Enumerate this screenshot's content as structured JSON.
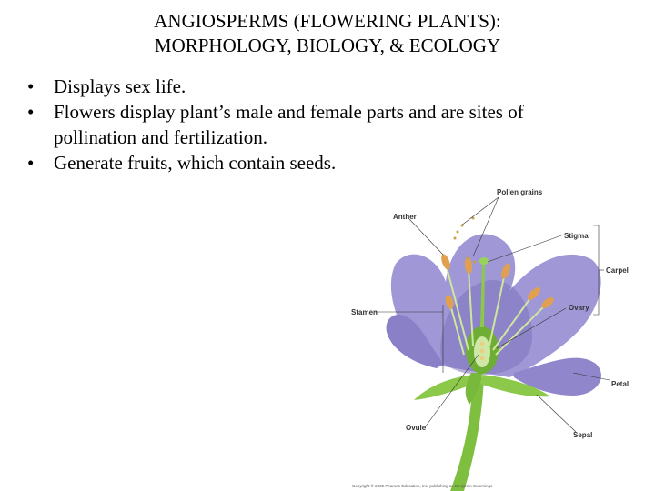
{
  "slide": {
    "title_line1": "ANGIOSPERMS (FLOWERING PLANTS):",
    "title_line2": "MORPHOLOGY, BIOLOGY, & ECOLOGY",
    "bullet_symbol": "•",
    "bullets": [
      "Displays sex life.",
      "Flowers display plant’s male and female parts and are sites of pollination and fertilization.",
      "Generate fruits, which contain seeds."
    ]
  },
  "figure": {
    "labels": {
      "pollen_grains": "Pollen grains",
      "anther": "Anther",
      "stigma": "Stigma",
      "carpel": "Carpel",
      "stamen": "Stamen",
      "ovary": "Ovary",
      "petal": "Petal",
      "ovule": "Ovule",
      "sepal": "Sepal"
    },
    "copyright": "Copyright © 2005 Pearson Education, Inc. publishing as Benjamin Cummings",
    "colors": {
      "petal": "#9f97d6",
      "petal_dark": "#7d73bd",
      "stem": "#7fbf3f",
      "anther": "#e0a050"
    }
  }
}
